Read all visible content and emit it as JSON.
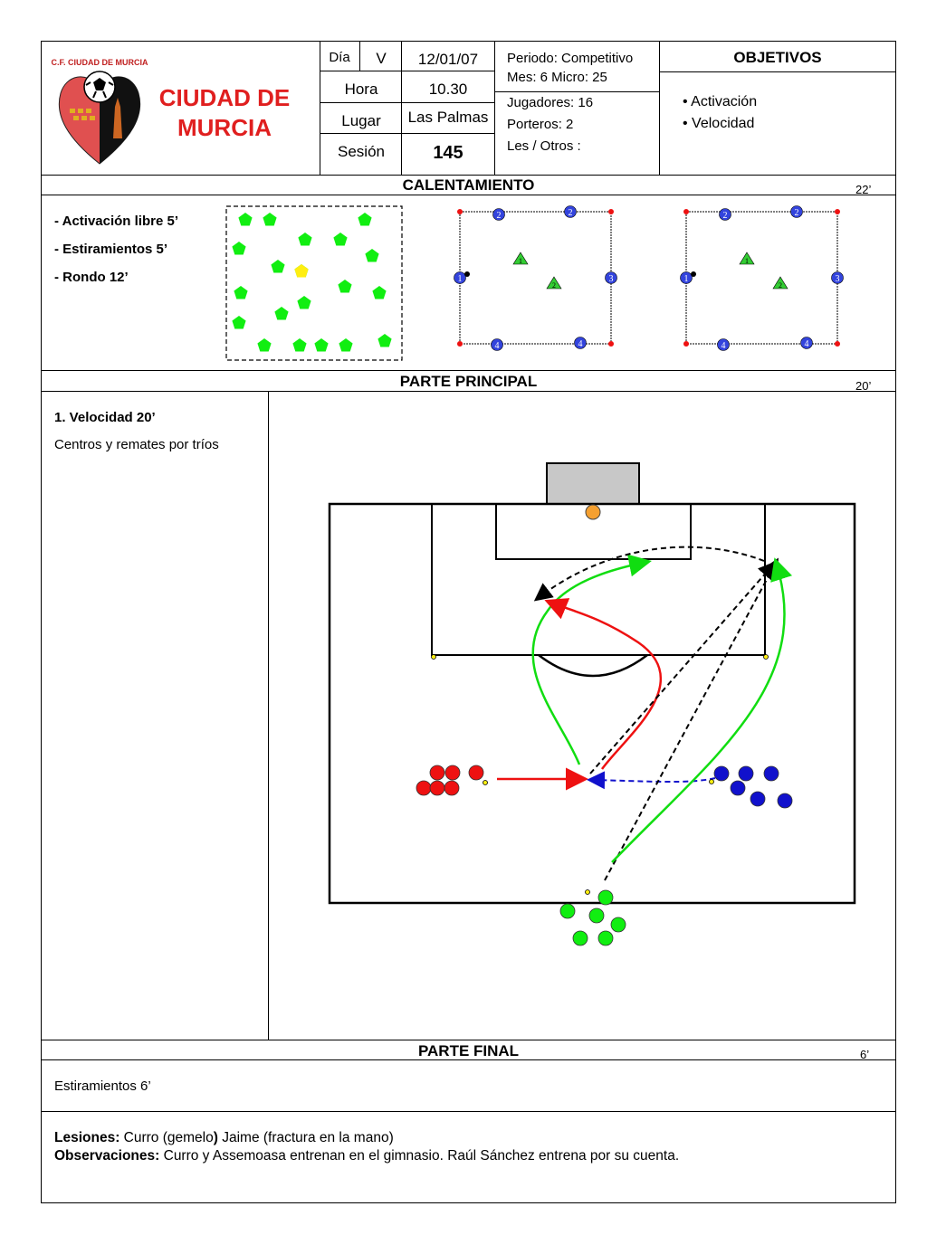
{
  "header": {
    "club_name_line1": "CIUDAD DE",
    "club_name_line2": "MURCIA",
    "logo_text": "C.F. CIUDAD DE MURCIA",
    "dia_label": "Día",
    "dia_value": "V",
    "date": "12/01/07",
    "hora_label": "Hora",
    "hora_value": "10.30",
    "lugar_label": "Lugar",
    "lugar_value": "Las Palmas",
    "sesion_label": "Sesión",
    "sesion_value": "145",
    "periodo": "Periodo: Competitivo",
    "mes_micro": "Mes: 6 Micro: 25",
    "jugadores": "Jugadores:  16",
    "porteros": "Porteros: 2",
    "les_otros": "Les / Otros :",
    "objetivos_title": "OBJETIVOS",
    "objetivos": [
      "Activación",
      "Velocidad"
    ]
  },
  "calentamiento": {
    "title": "CALENTAMIENTO",
    "duration": "22’",
    "items": [
      "-  Activación libre  5’",
      "-  Estiramientos  5’",
      "-  Rondo 12’"
    ]
  },
  "principal": {
    "title": "PARTE PRINCIPAL",
    "duration": "20’",
    "exercise_title": "1. Velocidad  20’",
    "exercise_desc": "Centros y remates  por tríos"
  },
  "final": {
    "title": "PARTE FINAL",
    "duration": "6’",
    "text": "Estiramientos  6’"
  },
  "notes": {
    "lesiones_label": "Lesiones:",
    "lesiones_text": " Curro (gemelo",
    "lesiones_paren": ")",
    "lesiones_text2": " Jaime (fractura en la mano)",
    "observaciones_label": "Observaciones:",
    "observaciones_text": " Curro y Assemoasa entrenan en el gimnasio. Raúl Sánchez entrena por su cuenta."
  },
  "colors": {
    "club_red": "#e01f1f",
    "player_green": "#11ee11",
    "player_yellow": "#ffee11",
    "player_red": "#ee1111",
    "player_blue": "#1111cc",
    "goalkeeper_orange": "#f5a030",
    "goal_grey": "#c8c8c8"
  },
  "rondo_labels": [
    "1",
    "2",
    "3",
    "4"
  ]
}
